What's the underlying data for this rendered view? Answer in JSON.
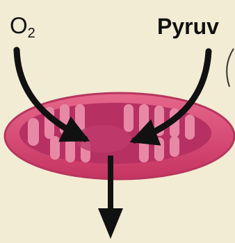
{
  "labels": {
    "oxygen": "O",
    "oxygen_subscript": "2",
    "pyruvate": "Pyruv"
  },
  "colors": {
    "background": "#f2ecd5",
    "mitochondrion_outer": "#d8486e",
    "mitochondrion_inner": "#b02a55",
    "cristae": "#e889a6",
    "arrow": "#111111"
  },
  "icons": [
    "mitochondrion-icon",
    "arrow-down-icon"
  ]
}
